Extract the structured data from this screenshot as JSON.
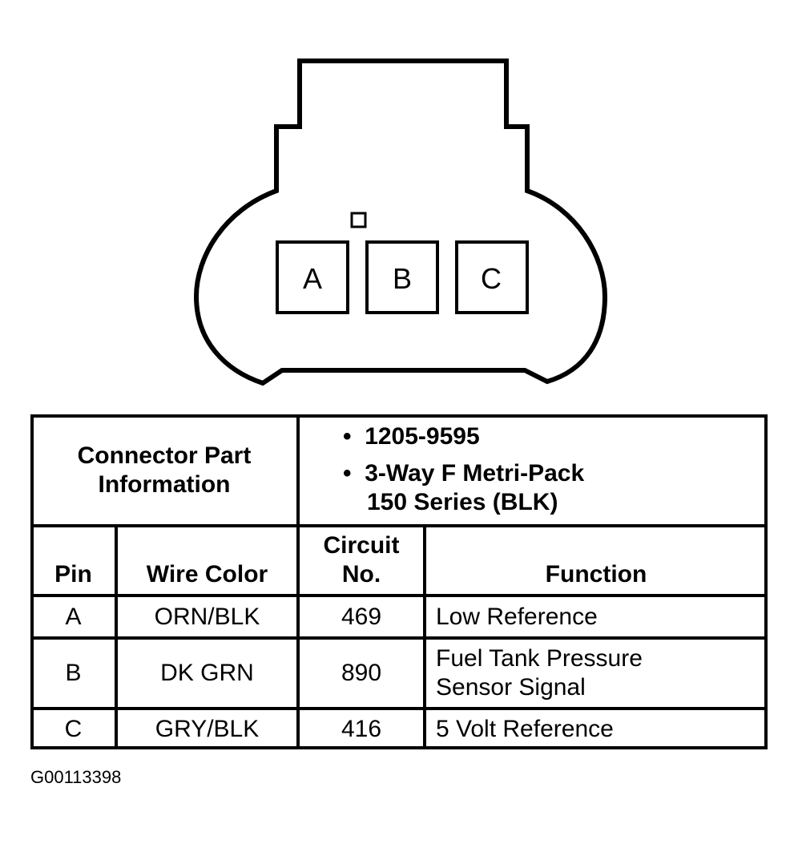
{
  "connector": {
    "pins": [
      "A",
      "B",
      "C"
    ],
    "line_color": "#000000"
  },
  "table": {
    "part_info_label_line1": "Connector Part",
    "part_info_label_line2": "Information",
    "part_info": [
      {
        "bullet": "•",
        "text": "1205-9595"
      },
      {
        "bullet": "•",
        "text": "3-Way F Metri-Pack",
        "text2": "150 Series (BLK)"
      }
    ],
    "headers": {
      "pin": "Pin",
      "wire_color": "Wire Color",
      "circuit_line1": "Circuit",
      "circuit_line2": "No.",
      "function": "Function"
    },
    "rows": [
      {
        "pin": "A",
        "wire_color": "ORN/BLK",
        "circuit": "469",
        "function_line1": "Low Reference",
        "function_line2": ""
      },
      {
        "pin": "B",
        "wire_color": "DK GRN",
        "circuit": "890",
        "function_line1": "Fuel Tank Pressure",
        "function_line2": "Sensor Signal"
      },
      {
        "pin": "C",
        "wire_color": "GRY/BLK",
        "circuit": "416",
        "function_line1": "5 Volt Reference",
        "function_line2": ""
      }
    ]
  },
  "figure_id": "G00113398"
}
